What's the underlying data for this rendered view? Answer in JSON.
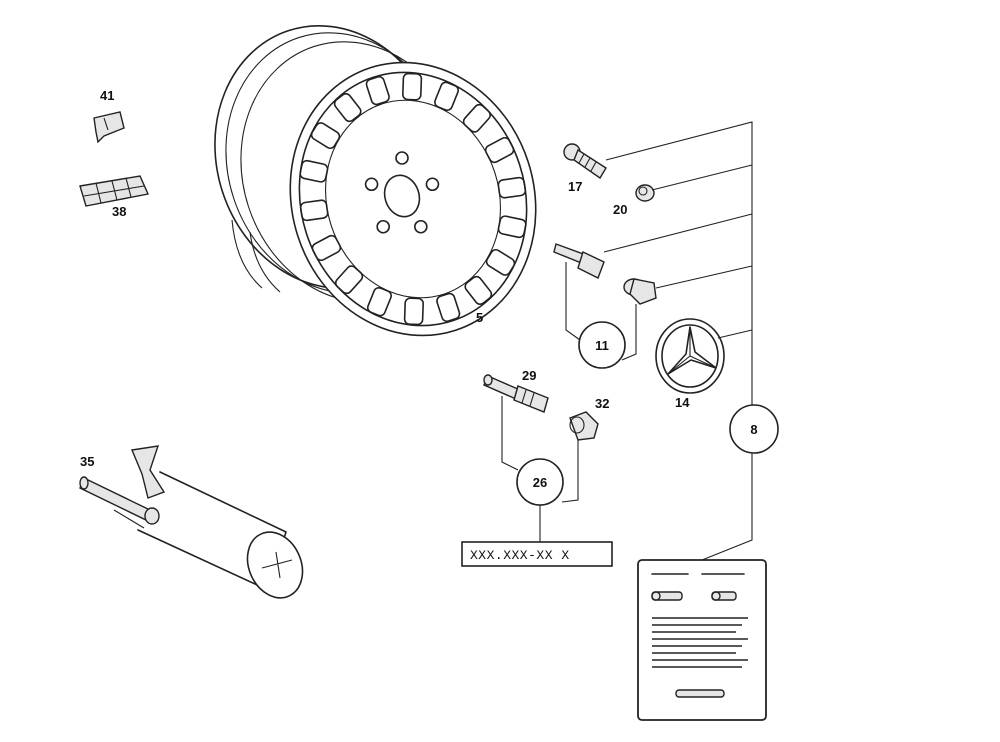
{
  "labels": {
    "p41": "41",
    "p38": "38",
    "p5": "5",
    "p17": "17",
    "p20": "20",
    "p11": "11",
    "p14": "14",
    "p29": "29",
    "p32": "32",
    "p35": "35",
    "p26": "26",
    "p8": "8"
  },
  "part_number_box": "XXX.XXX-XX X"
}
